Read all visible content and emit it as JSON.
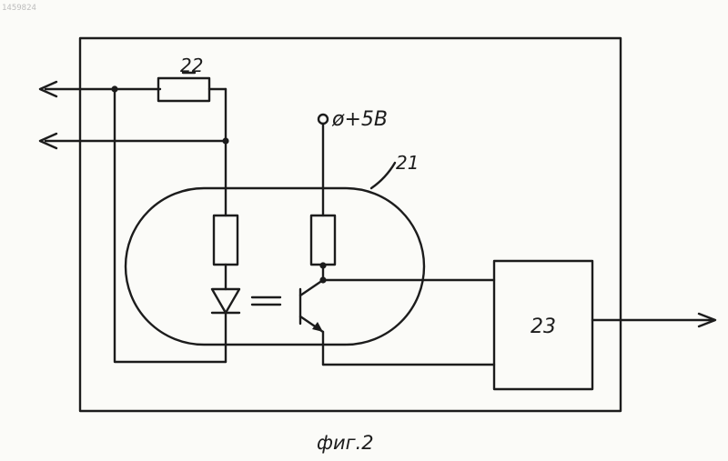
{
  "document_id": "1459824",
  "labels": {
    "resistor_22": "22",
    "supply": "ø+5В",
    "optocoupler_21": "21",
    "block_23": "23"
  },
  "caption": "фиг.2"
}
